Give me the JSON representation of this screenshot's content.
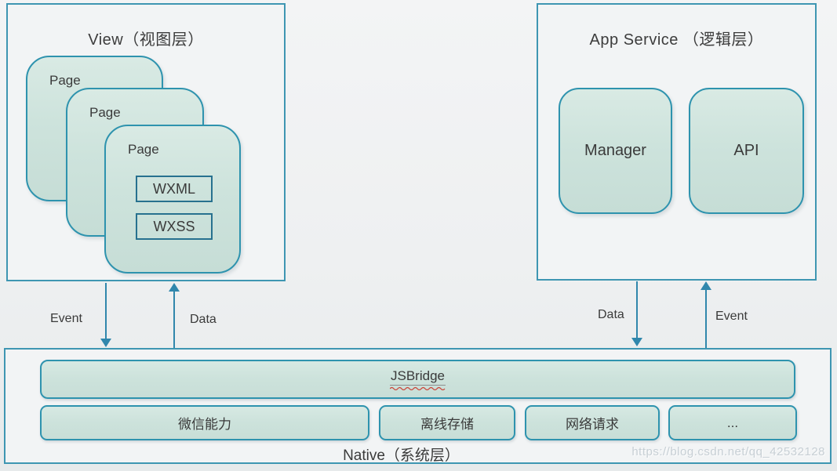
{
  "colors": {
    "layer_box_border": "#3e96b2",
    "card_border": "#2e93ae",
    "card_fill_top": "#d9eae4",
    "card_fill_bottom": "#c6ddd6",
    "inner_code_box_border": "#27718f",
    "arrow": "#3087ac",
    "text": "#3a3a3a",
    "jsbridge_wavy_underline": "#cc4438",
    "watermark_text": "#adbac2"
  },
  "view_layer": {
    "title": "View（视图层）",
    "pages": [
      {
        "label": "Page"
      },
      {
        "label": "Page"
      },
      {
        "label": "Page",
        "wxml_label": "WXML",
        "wxss_label": "WXSS"
      }
    ]
  },
  "app_service_layer": {
    "title": "App Service （逻辑层）",
    "modules": [
      {
        "label": "Manager"
      },
      {
        "label": "API"
      }
    ]
  },
  "connections": {
    "left": {
      "down_label": "Event",
      "up_label": "Data"
    },
    "right": {
      "down_label": "Data",
      "up_label": "Event"
    }
  },
  "native_layer": {
    "title": "Native（系统层）",
    "jsbridge_label": "JSBridge",
    "capabilities": [
      "微信能力",
      "离线存储",
      "网络请求",
      "..."
    ]
  },
  "watermark": "https://blog.csdn.net/qq_42532128"
}
